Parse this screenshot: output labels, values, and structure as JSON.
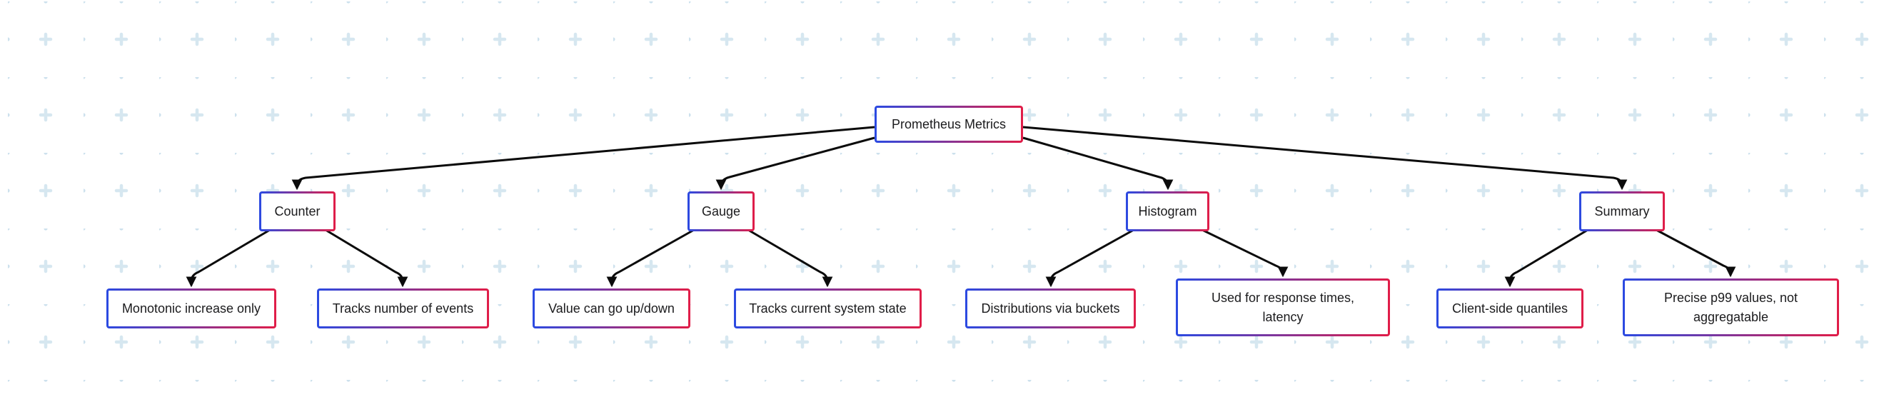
{
  "diagram": {
    "type": "tree-flowchart",
    "root": "Prometheus Metrics",
    "branches": [
      {
        "label": "Counter",
        "children": [
          "Monotonic increase only",
          "Tracks number of events"
        ]
      },
      {
        "label": "Gauge",
        "children": [
          "Value can go up/down",
          "Tracks current system state"
        ]
      },
      {
        "label": "Histogram",
        "children": [
          "Distributions via buckets",
          "Used for response times, latency"
        ]
      },
      {
        "label": "Summary",
        "children": [
          "Client-side quantiles",
          "Precise p99 values, not aggregatable"
        ]
      }
    ],
    "edges": [
      {
        "from": "Prometheus Metrics",
        "to": "Counter"
      },
      {
        "from": "Prometheus Metrics",
        "to": "Gauge"
      },
      {
        "from": "Prometheus Metrics",
        "to": "Histogram"
      },
      {
        "from": "Prometheus Metrics",
        "to": "Summary"
      },
      {
        "from": "Counter",
        "to": "Monotonic increase only"
      },
      {
        "from": "Counter",
        "to": "Tracks number of events"
      },
      {
        "from": "Gauge",
        "to": "Value can go up/down"
      },
      {
        "from": "Gauge",
        "to": "Tracks current system state"
      },
      {
        "from": "Histogram",
        "to": "Distributions via buckets"
      },
      {
        "from": "Histogram",
        "to": "Used for response times, latency"
      },
      {
        "from": "Summary",
        "to": "Client-side quantiles"
      },
      {
        "from": "Summary",
        "to": "Precise p99 values, not aggregatable"
      }
    ]
  },
  "colors": {
    "background": "#ffffff",
    "node_bg": "#ffffff",
    "text": "#1b1b1d",
    "edge": "#0b0b0b",
    "border_gradient_start": "#2b4ae2",
    "border_gradient_end": "#e11d48",
    "dot": "#cde1ed",
    "plus": "#d6e7f0"
  }
}
